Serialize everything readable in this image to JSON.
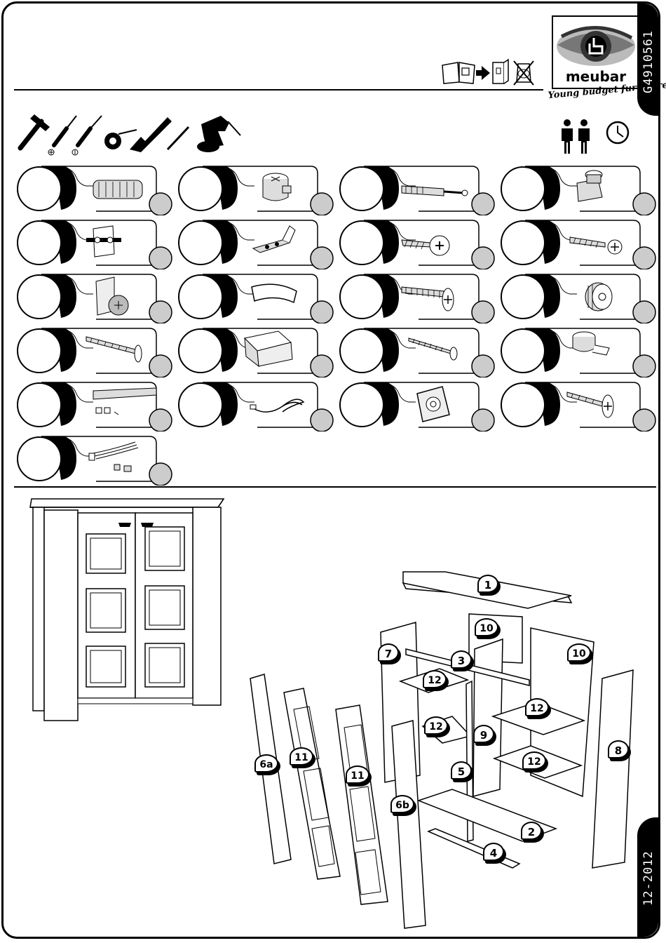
{
  "document": {
    "code": "G4910561",
    "date": "12-2012",
    "brand": "meubar",
    "tagline": "Young budget furniture"
  },
  "tools": [
    "hammer-icon",
    "phillips-screwdriver-icon",
    "flat-screwdriver-icon",
    "tape-measure-icon",
    "square-ruler-icon",
    "pencil-icon",
    "power-drill-icon"
  ],
  "info_icons": [
    "two-persons-icon",
    "clock-icon"
  ],
  "instruction_icons": [
    "open-manual-icon",
    "arrow-right-icon",
    "binder-icon",
    "no-water-icon"
  ],
  "hardware": [
    {
      "icon": "wooden-dowel-icon"
    },
    {
      "icon": "cam-lock-icon"
    },
    {
      "icon": "cam-bolt-icon"
    },
    {
      "icon": "corner-connector-icon"
    },
    {
      "icon": "hinge-plate-icon"
    },
    {
      "icon": "cup-hinge-icon"
    },
    {
      "icon": "euro-screw-icon"
    },
    {
      "icon": "wood-screw-icon"
    },
    {
      "icon": "back-panel-clip-icon"
    },
    {
      "icon": "handle-icon"
    },
    {
      "icon": "long-screw-icon"
    },
    {
      "icon": "furniture-glide-icon"
    },
    {
      "icon": "long-bolt-icon"
    },
    {
      "icon": "cover-cap-icon"
    },
    {
      "icon": "thin-screw-icon"
    },
    {
      "icon": "shelf-support-icon"
    },
    {
      "icon": "led-light-bar-icon"
    },
    {
      "icon": "power-cable-icon"
    },
    {
      "icon": "mounting-plate-icon"
    },
    {
      "icon": "countersunk-screw-icon"
    },
    {
      "icon": "cable-set-icon"
    }
  ],
  "parts": [
    {
      "label": "1"
    },
    {
      "label": "10"
    },
    {
      "label": "7"
    },
    {
      "label": "3"
    },
    {
      "label": "10"
    },
    {
      "label": "12"
    },
    {
      "label": "12"
    },
    {
      "label": "12"
    },
    {
      "label": "9"
    },
    {
      "label": "12"
    },
    {
      "label": "6a"
    },
    {
      "label": "11"
    },
    {
      "label": "11"
    },
    {
      "label": "5"
    },
    {
      "label": "8"
    },
    {
      "label": "6b"
    },
    {
      "label": "2"
    },
    {
      "label": "4"
    }
  ]
}
